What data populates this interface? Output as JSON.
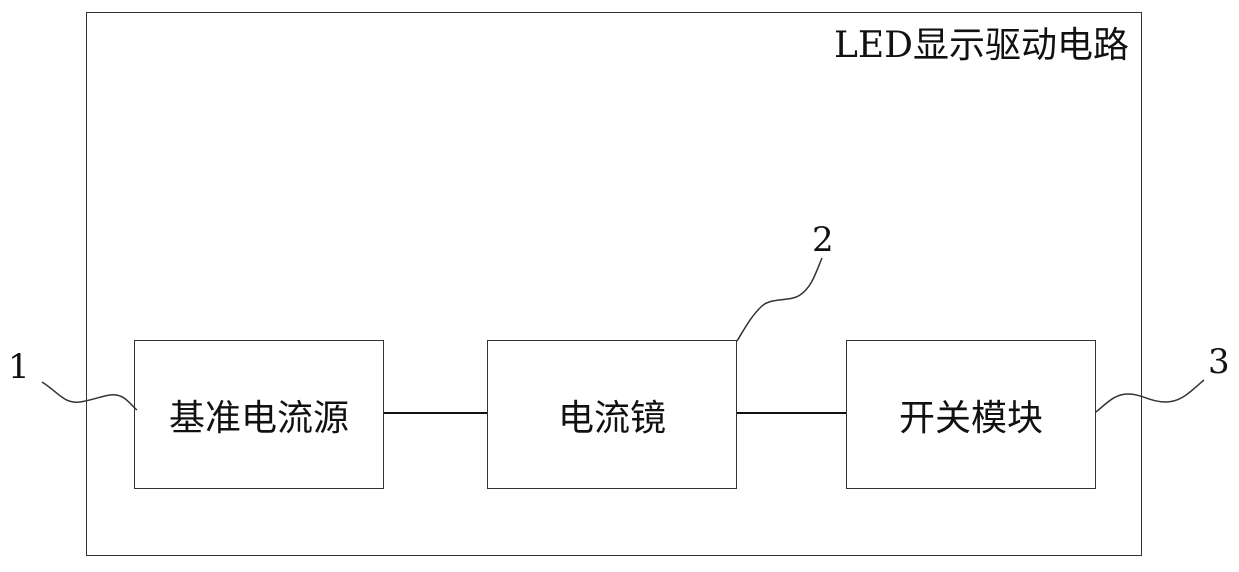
{
  "diagram": {
    "title": "LED显示驱动电路",
    "blocks": [
      {
        "id": "reference-current-source",
        "label": "基准电流源"
      },
      {
        "id": "current-mirror",
        "label": "电流镜"
      },
      {
        "id": "switch-module",
        "label": "开关模块"
      }
    ],
    "callouts": [
      {
        "number": "1",
        "target": "reference-current-source"
      },
      {
        "number": "2",
        "target": "current-mirror"
      },
      {
        "number": "3",
        "target": "switch-module"
      }
    ],
    "colors": {
      "line": "#333333",
      "wire": "#111111",
      "background": "#ffffff"
    }
  }
}
